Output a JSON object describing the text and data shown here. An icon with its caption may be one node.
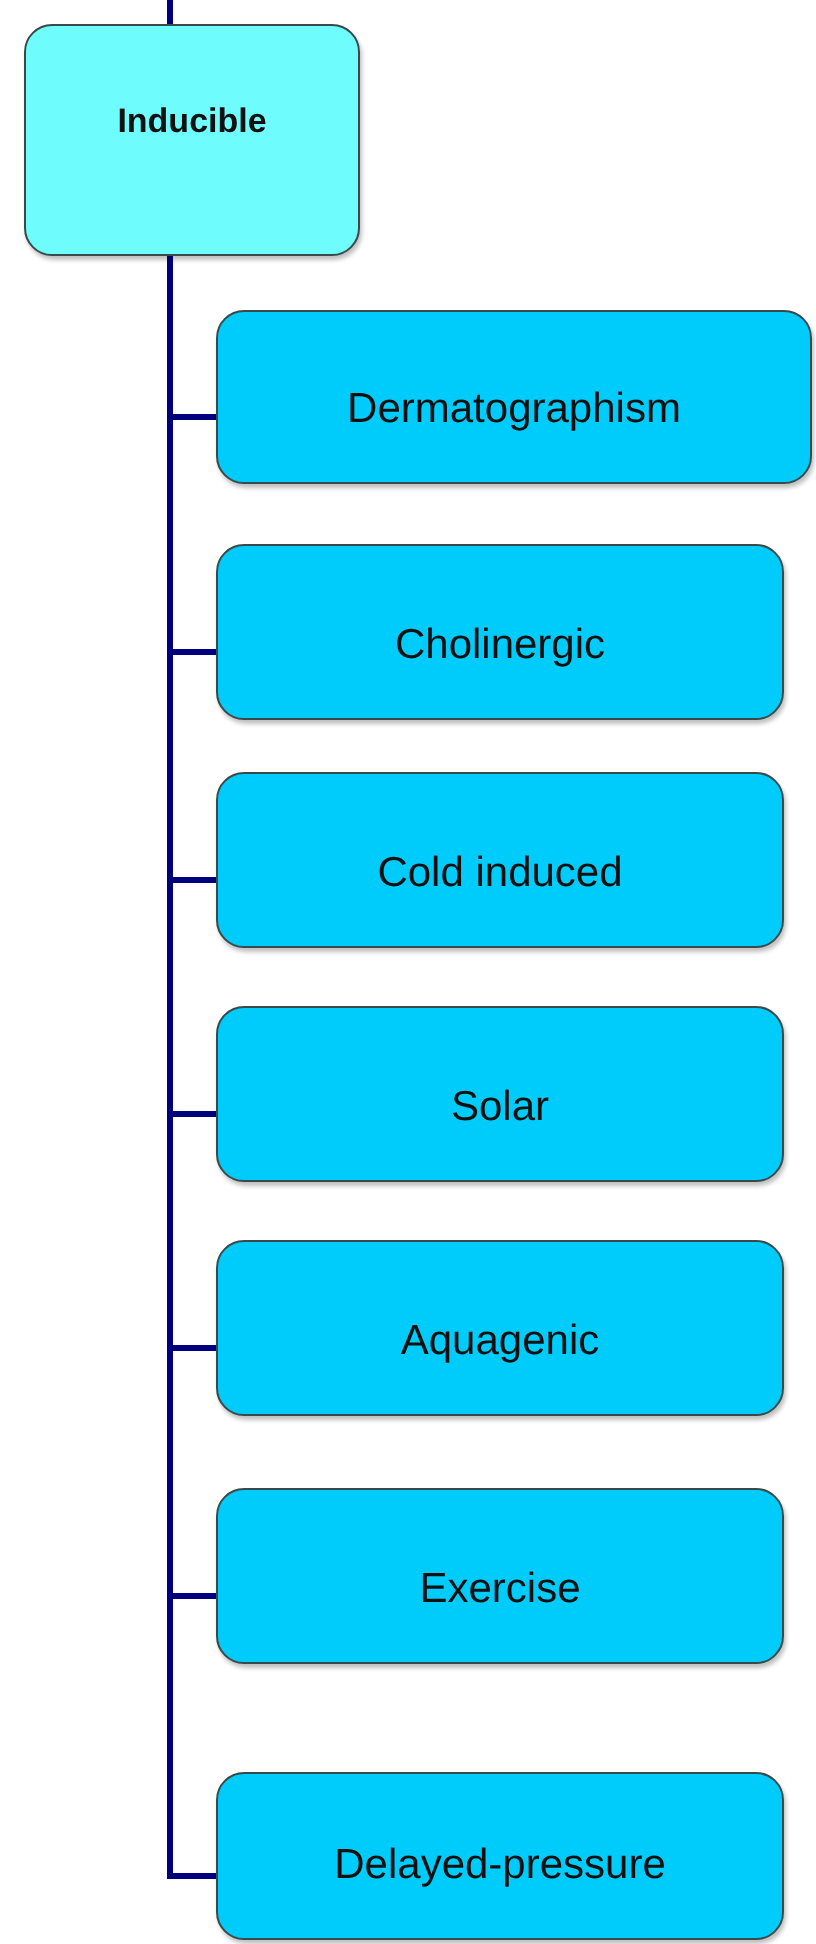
{
  "diagram": {
    "nodes": [
      {
        "text": [
          "Inducible"
        ]
      },
      {
        "text": [
          "Dermatographism"
        ]
      },
      {
        "text": [
          "Cholinergic"
        ]
      },
      {
        "text": [
          "Cold induced"
        ]
      },
      {
        "text": [
          "Solar"
        ]
      },
      {
        "text": [
          "Aquagenic"
        ]
      },
      {
        "text": [
          "Exercise"
        ]
      },
      {
        "text": [
          "Delayed-pressure"
        ]
      }
    ],
    "edges": [
      {
        "from": null,
        "to": 0,
        "arrow": "none"
      },
      {
        "from": 0,
        "to": 1,
        "arrow": "none"
      },
      {
        "from": 0,
        "to": 2,
        "arrow": "none"
      },
      {
        "from": 0,
        "to": 3,
        "arrow": "none"
      },
      {
        "from": 0,
        "to": 4,
        "arrow": "none"
      },
      {
        "from": 0,
        "to": 5,
        "arrow": "none"
      },
      {
        "from": 0,
        "to": 6,
        "arrow": "none"
      },
      {
        "from": 0,
        "to": 7,
        "arrow": "none"
      }
    ]
  }
}
